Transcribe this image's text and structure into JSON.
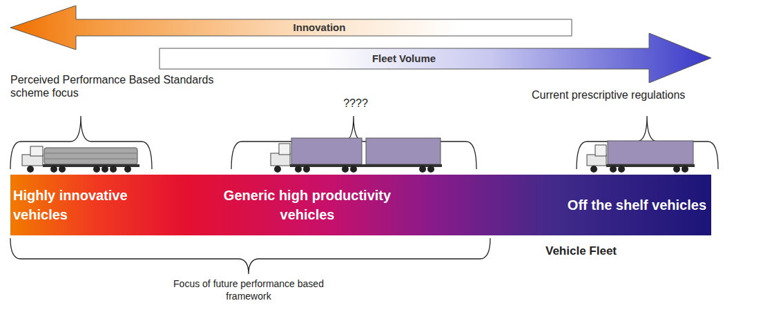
{
  "diagram": {
    "nodes": [
      {
        "text": [
          "Innovation"
        ]
      },
      {
        "text": [
          "Fleet Volume"
        ]
      },
      {
        "text": [
          "Highly innovative vehicles",
          "Generic high productivity vehicles",
          "Off the shelf vehicles"
        ]
      }
    ],
    "labels": [
      "Perceived Performance Based Standards scheme focus",
      "????",
      "Current prescriptive regulations",
      "Vehicle Fleet",
      "Focus of future performance based framework"
    ]
  }
}
